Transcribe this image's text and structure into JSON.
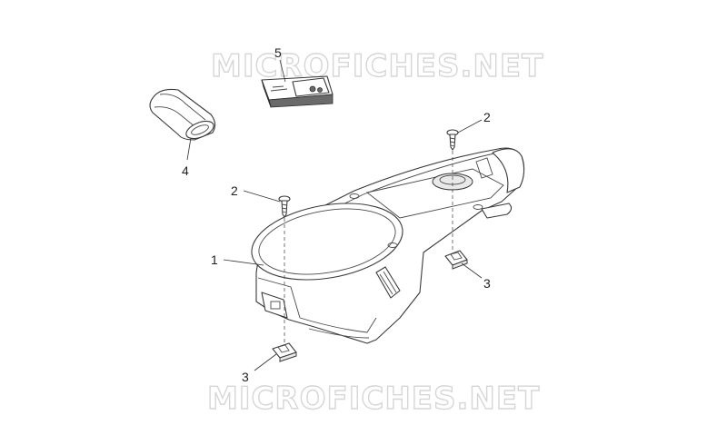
{
  "watermark": {
    "text": "MICROFICHES.NET"
  },
  "callouts": {
    "part_1": "1",
    "part_2_left": "2",
    "part_2_right": "2",
    "part_3_left": "3",
    "part_3_right": "3",
    "part_4": "4",
    "part_5": "5"
  }
}
